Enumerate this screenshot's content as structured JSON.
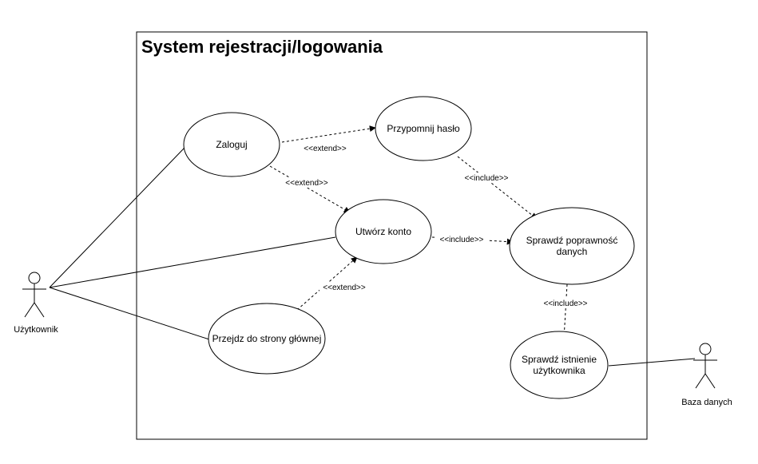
{
  "system": {
    "title": "System rejestracji/logowania"
  },
  "actors": {
    "user": "Użytkownik",
    "db": "Baza danych"
  },
  "use_cases": {
    "login": [
      "Zaloguj"
    ],
    "remind": [
      "Przypomnij hasło"
    ],
    "create": [
      "Utwórz konto"
    ],
    "main": [
      "Przejdz do strony głównej"
    ],
    "verify": [
      "Sprawdź poprawność",
      "danych"
    ],
    "exists": [
      "Sprawdź istnienie",
      "użytkownika"
    ]
  },
  "relations": {
    "login_remind": "<<extend>>",
    "login_create": "<<extend>>",
    "main_create": "<<extend>>",
    "remind_verify": "<<include>>",
    "create_verify": "<<include>>",
    "verify_exists": "<<include>>"
  }
}
